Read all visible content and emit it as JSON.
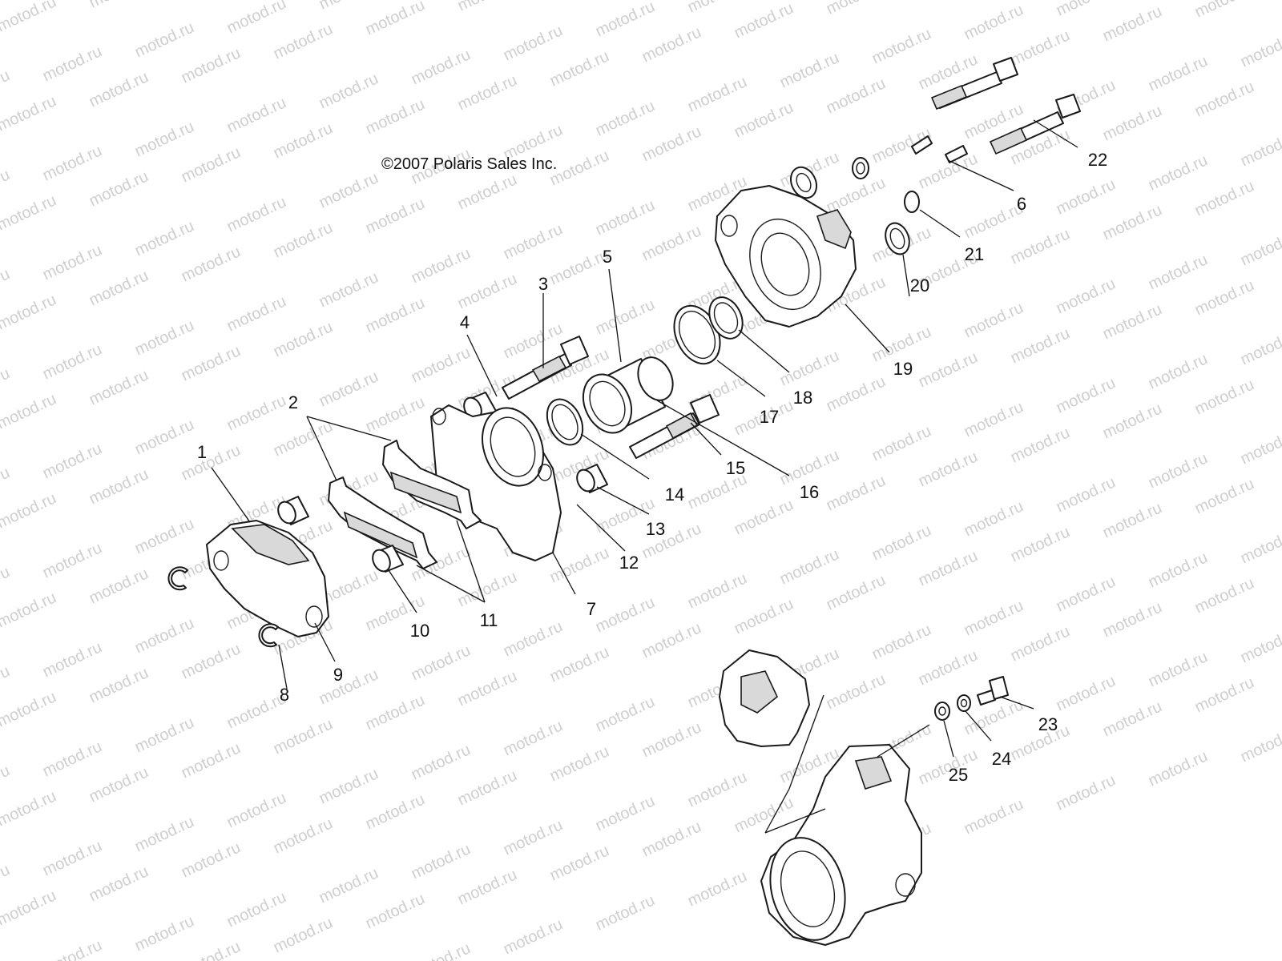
{
  "copyright": "©2007 Polaris Sales Inc.",
  "watermark": "motod.ru",
  "callouts": {
    "c1": "1",
    "c2": "2",
    "c3": "3",
    "c4": "4",
    "c5": "5",
    "c6": "6",
    "c7": "7",
    "c8": "8",
    "c9": "9",
    "c10": "10",
    "c11": "11",
    "c12": "12",
    "c13": "13",
    "c14": "14",
    "c15": "15",
    "c16": "16",
    "c17": "17",
    "c18": "18",
    "c19": "19",
    "c20": "20",
    "c21": "21",
    "c22": "22",
    "c23": "23",
    "c24": "24",
    "c25": "25"
  }
}
